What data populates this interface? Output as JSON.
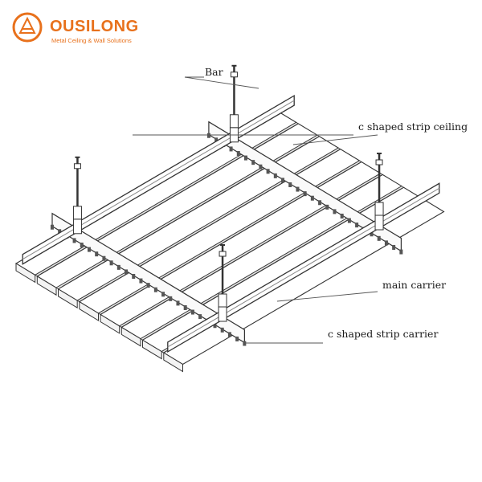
{
  "brand": {
    "name": "OUSILONG",
    "tagline": "Metal Ceiling & Wall Solutions",
    "color": "#e8711c"
  },
  "labels": {
    "bar": "Bar",
    "strip_ceiling": "c shaped strip ceiling",
    "main_carrier": "main carrier",
    "strip_carrier": "c shaped strip carrier"
  },
  "colors": {
    "line": "#333333",
    "panel_fill": "#ffffff",
    "channel_fill": "#e8e8e8"
  }
}
